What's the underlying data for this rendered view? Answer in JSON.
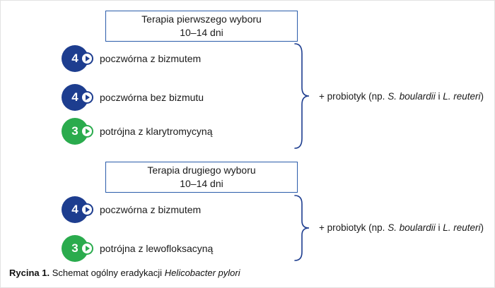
{
  "colors": {
    "navy": "#1d3d8f",
    "green": "#2aab4d",
    "box_border": "#2a5caa",
    "brace": "#1d3d8f"
  },
  "sections": [
    {
      "box_title": "Terapia pierwszego wyboru",
      "box_subtitle": "10–14 dni",
      "items": [
        {
          "badge": "4",
          "variant": "navy",
          "label": "poczwórna z bizmutem"
        },
        {
          "badge": "4",
          "variant": "navy",
          "label": "poczwórna bez bizmutu"
        },
        {
          "badge": "3",
          "variant": "green",
          "label": "potrójna z klarytromycyną"
        }
      ],
      "probiotic": {
        "prefix": "+ probiotyk (np. ",
        "italic1": "S. boulardii",
        "mid": " i ",
        "italic2": "L. reuteri",
        "suffix": ")"
      }
    },
    {
      "box_title": "Terapia drugiego wyboru",
      "box_subtitle": "10–14 dni",
      "items": [
        {
          "badge": "4",
          "variant": "navy",
          "label": "poczwórna z bizmutem"
        },
        {
          "badge": "3",
          "variant": "green",
          "label": "potrójna z lewofloksacyną"
        }
      ],
      "probiotic": {
        "prefix": "+ probiotyk (np. ",
        "italic1": "S. boulardii",
        "mid": " i ",
        "italic2": "L. reuteri",
        "suffix": ")"
      }
    }
  ],
  "caption": {
    "label": "Rycina 1.",
    "text": " Schemat ogólny eradykacji ",
    "italic": "Helicobacter pylori"
  }
}
